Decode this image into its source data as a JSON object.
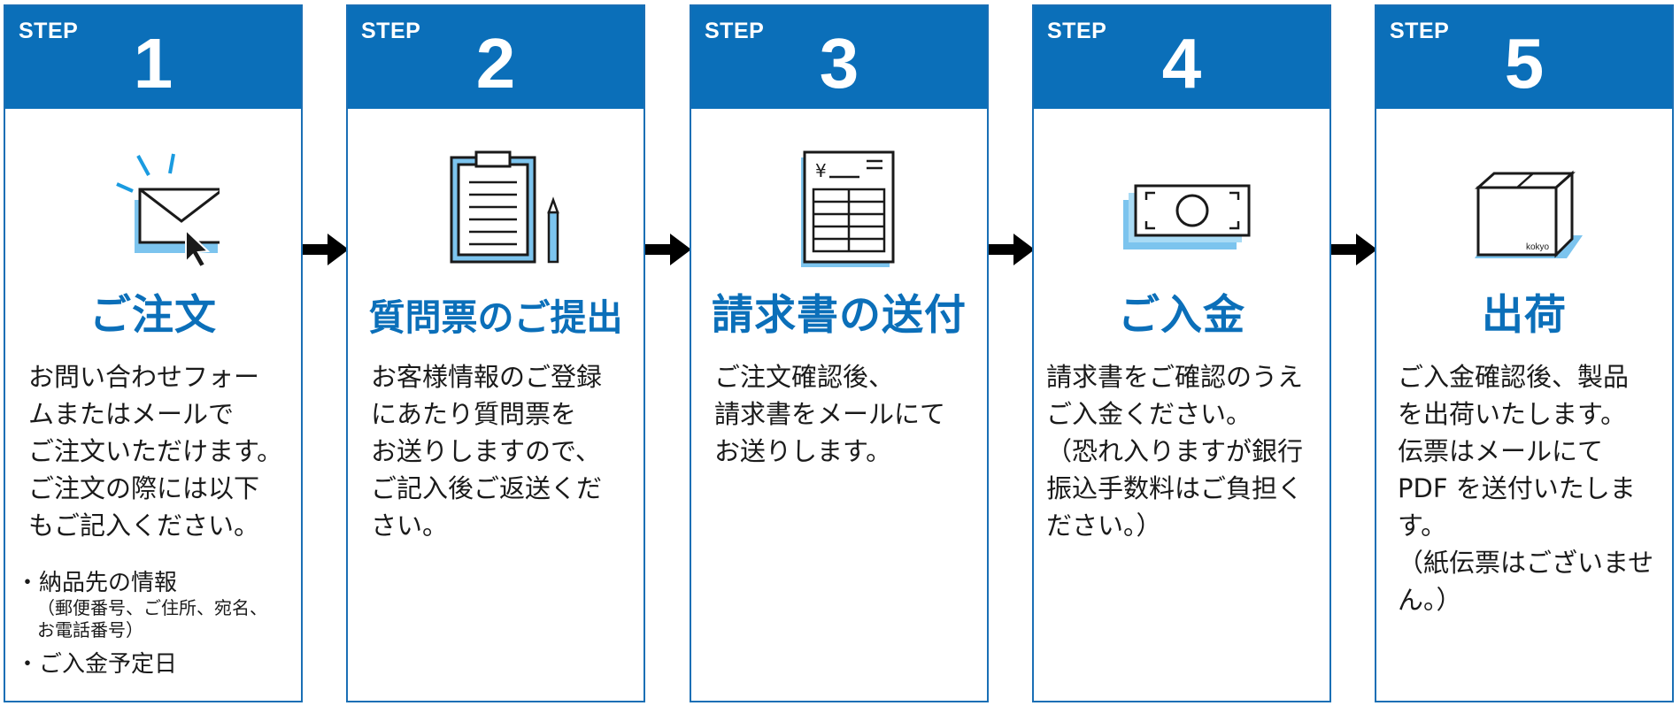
{
  "steps": [
    {
      "step_word": "STEP",
      "number": "1",
      "icon": "mail-click-icon",
      "title": "ご注文",
      "description": [
        "お問い合わせフォー",
        "ムまたはメールで",
        "ご注文いただけます。",
        "ご注文の際には以下",
        "もご記入ください。"
      ],
      "bullets": [
        {
          "label": "・納品先の情報",
          "sub": [
            "（郵便番号、ご住所、宛名、",
            "お電話番号）"
          ]
        },
        {
          "label": "・ご入金予定日"
        }
      ]
    },
    {
      "step_word": "STEP",
      "number": "2",
      "icon": "clipboard-pencil-icon",
      "title": "質問票のご提出",
      "description": [
        "お客様情報のご登録",
        "にあたり質問票を",
        "お送りしますので、",
        "ご記入後ご返送くだ",
        "さい。"
      ]
    },
    {
      "step_word": "STEP",
      "number": "3",
      "icon": "invoice-icon",
      "invoice_symbol": "¥",
      "title": "請求書の送付",
      "description": [
        "ご注文確認後、",
        "請求書をメールにて",
        "お送りします。"
      ]
    },
    {
      "step_word": "STEP",
      "number": "4",
      "icon": "banknote-icon",
      "title": "ご入金",
      "description": [
        "請求書をご確認のうえ",
        "ご入金ください。",
        "（恐れ入りますが銀行",
        "振込手数料はご負担く",
        "ださい。）"
      ]
    },
    {
      "step_word": "STEP",
      "number": "5",
      "icon": "package-box-icon",
      "box_label": "kokyo",
      "title": "出荷",
      "description": [
        "ご入金確認後、製品",
        "を出荷いたします。",
        "伝票はメールにて",
        "PDF を送付いたしま",
        "す。",
        "（紙伝票はございませ",
        "ん。）"
      ]
    }
  ],
  "colors": {
    "primary": "#0b6fb9",
    "accent_light": "#7cc4ee",
    "border": "#1a6fb5",
    "text": "#1a1a1a",
    "arrow": "#000000"
  }
}
